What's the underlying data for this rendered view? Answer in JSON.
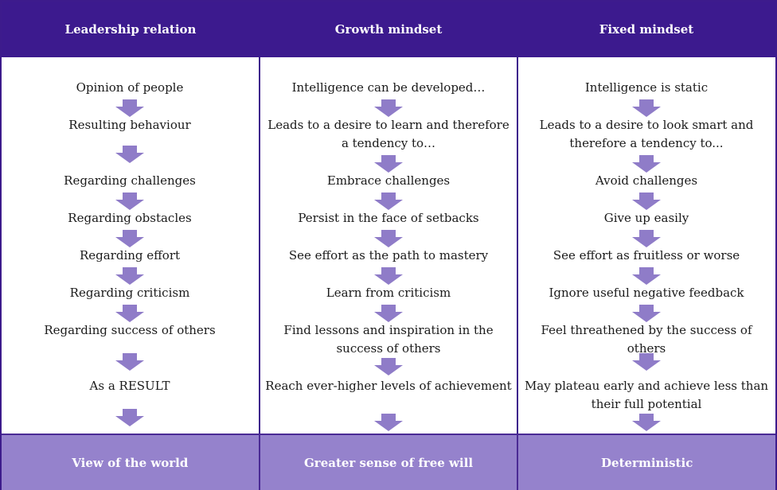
{
  "headers": [
    "Leadership relation",
    "Growth mindset",
    "Fixed mindset"
  ],
  "footers": [
    "View of the world",
    "Greater sense of free will",
    "Deterministic"
  ],
  "columns": {
    "leadership": [
      "Opinion of people",
      "Resulting behaviour",
      "Regarding challenges",
      "Regarding obstacles",
      "Regarding effort",
      "Regarding criticism",
      "Regarding success of others",
      "As a RESULT"
    ],
    "growth": [
      "Intelligence can be developed…",
      "Leads to a desire to learn and therefore a tendency to…",
      "Embrace challenges",
      "Persist in the face of setbacks",
      "See effort as the path to mastery",
      "Learn from criticism",
      "Find lessons and inspiration in the success of others",
      "Reach ever-higher levels of achievement"
    ],
    "fixed": [
      "Intelligence is static",
      "Leads to a desire to look smart and therefore a tendency to...",
      "Avoid challenges",
      "Give up easily",
      "See effort as fruitless or worse",
      "Ignore useful negative feedback",
      "Feel threathened by the success of others",
      "May plateau early and achieve less than their full potential"
    ]
  },
  "colors": {
    "header_bg": "#3c1a8e",
    "footer_bg": "#9582cc",
    "arrow": "#8f7cc8",
    "border": "#3d1b8c"
  }
}
